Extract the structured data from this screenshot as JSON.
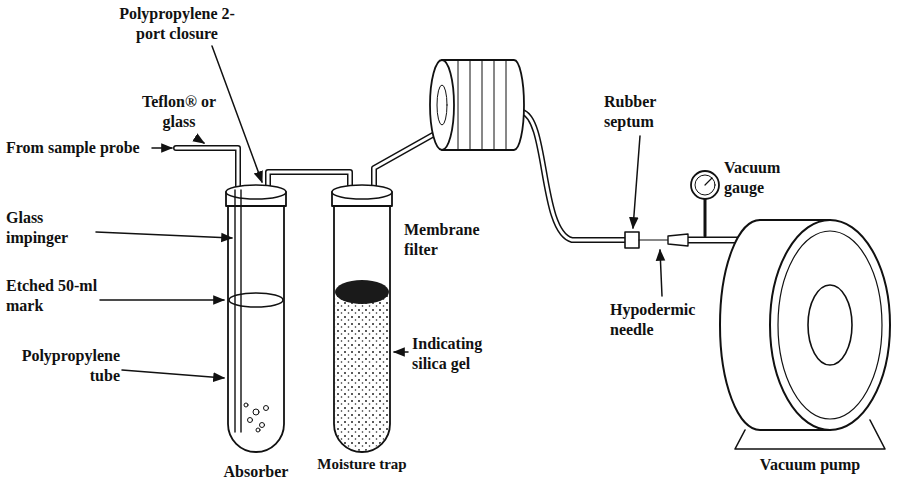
{
  "diagram": {
    "labels": [
      "Polypropylene 2-port closure",
      "Teflon® or glass",
      "From sample probe",
      "Glass impinger",
      "Etched 50-ml mark",
      "Polypropylene tube",
      "Absorber",
      "Moisture trap",
      "Indicating silica gel",
      "Membrane filter",
      "Rubber septum",
      "Vacuum gauge",
      "Hypodermic needle",
      "Vacuum pump"
    ]
  }
}
